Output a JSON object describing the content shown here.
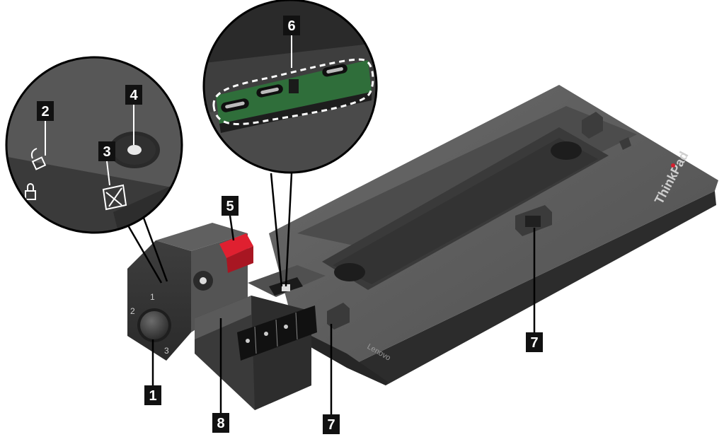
{
  "callouts": [
    {
      "id": "1",
      "label": "1"
    },
    {
      "id": "2",
      "label": "2"
    },
    {
      "id": "3",
      "label": "3"
    },
    {
      "id": "4",
      "label": "4"
    },
    {
      "id": "5",
      "label": "5"
    },
    {
      "id": "6",
      "label": "6"
    },
    {
      "id": "7a",
      "label": "7"
    },
    {
      "id": "7b",
      "label": "7"
    },
    {
      "id": "8",
      "label": "8"
    }
  ],
  "brand": {
    "thinkpad": "ThinkPad",
    "lenovo": "Lenovo"
  },
  "key_positions": {
    "p1": "1",
    "p2": "2",
    "p3": "3"
  },
  "colors": {
    "dock_body": "#4a4a4a",
    "dock_top": "#5b5b5b",
    "dock_shadow": "#2f2f2f",
    "eject_lever": "#e02030",
    "port_board": "#2f6e3a",
    "brand_red": "#d42030"
  },
  "icons": [
    "lock-icon",
    "unlock-icon",
    "eject-key-icon",
    "power-button-icon"
  ]
}
